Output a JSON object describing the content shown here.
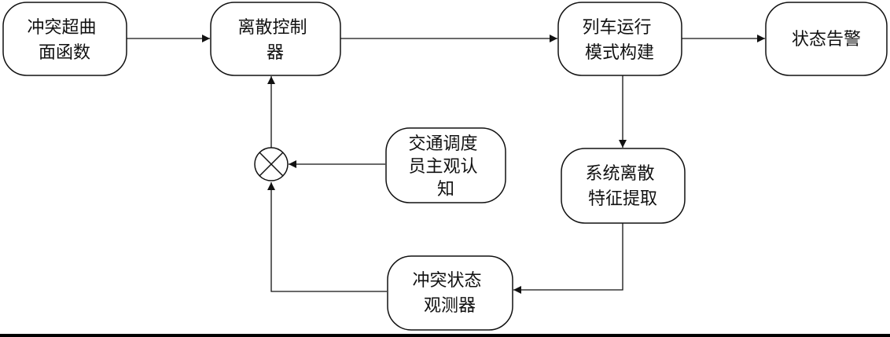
{
  "nodes": {
    "conflict_hypersurface": {
      "lines": [
        "冲突超曲",
        "面函数"
      ]
    },
    "discrete_controller": {
      "lines": [
        "离散控制",
        "器"
      ]
    },
    "train_mode_build": {
      "lines": [
        "列车运行",
        "模式构建"
      ]
    },
    "status_alarm": {
      "lines": [
        "状态告警"
      ]
    },
    "dispatcher_cognition": {
      "lines": [
        "交通调度",
        "员主观认",
        "知"
      ]
    },
    "feature_extraction": {
      "lines": [
        "系统离散",
        "特征提取"
      ]
    },
    "state_observer": {
      "lines": [
        "冲突状态",
        "观测器"
      ]
    }
  },
  "summing_junction": {
    "symbol": "⊗"
  },
  "colors": {
    "stroke": "#111111",
    "background": "#ffffff",
    "bottom_rule": "#000000"
  }
}
